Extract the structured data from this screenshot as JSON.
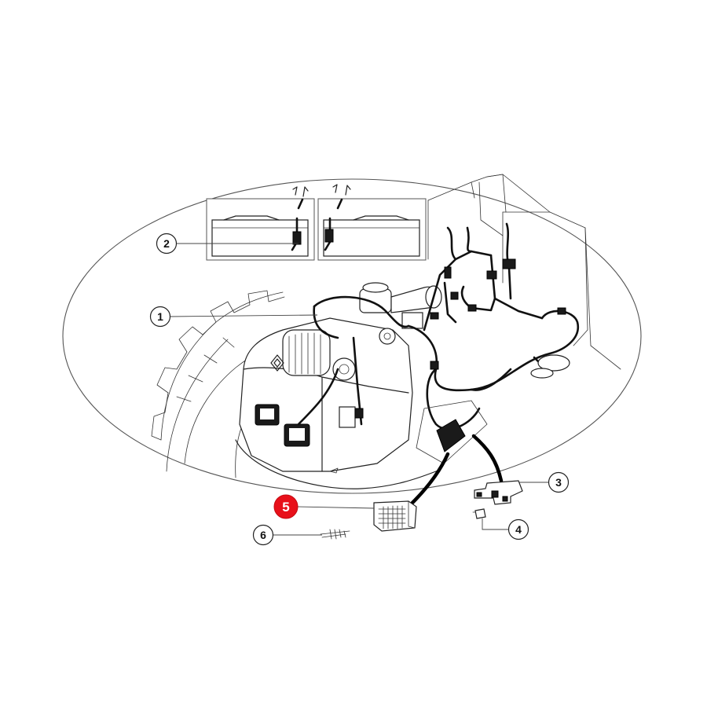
{
  "diagram": {
    "accent_color": "#e8101a",
    "highlighted_callout": "5",
    "callouts": [
      {
        "id": "1",
        "label": "1"
      },
      {
        "id": "2",
        "label": "2"
      },
      {
        "id": "3",
        "label": "3"
      },
      {
        "id": "4",
        "label": "4"
      },
      {
        "id": "5",
        "label": "5"
      },
      {
        "id": "6",
        "label": "6"
      }
    ]
  }
}
